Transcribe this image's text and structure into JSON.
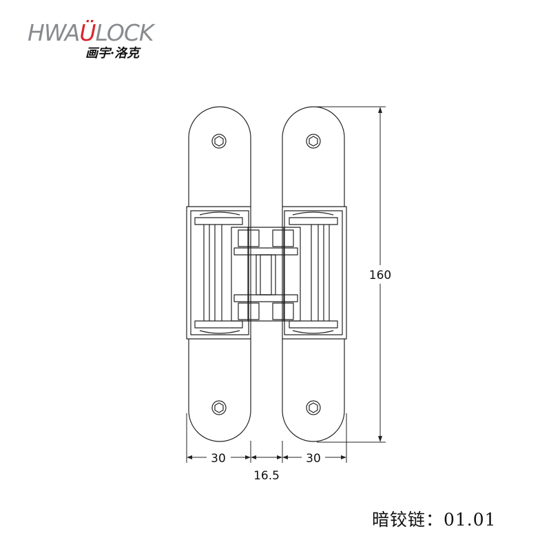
{
  "logo": {
    "brand_prefix": "HWA",
    "brand_accent": "Ü",
    "brand_suffix": "LOCK",
    "subtitle": "画宇·洛克",
    "accent_color": "#d8242a",
    "text_color": "#888b8e"
  },
  "dimensions": {
    "height": "160",
    "left_leaf_width": "30",
    "gap": "16.5",
    "right_leaf_width": "30"
  },
  "caption": "暗铰链：01.01"
}
